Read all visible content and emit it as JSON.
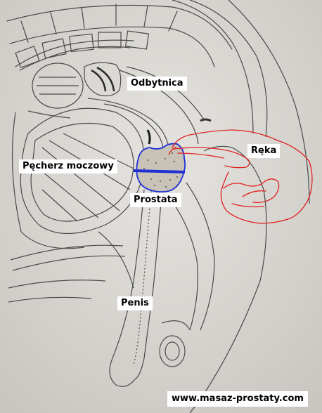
{
  "labels": {
    "rectum": "Odbytnica",
    "bladder": "Pęcherz moczowy",
    "prostate": "Prostata",
    "hand": "Ręka",
    "penis": "Penis"
  },
  "watermark": "www.masaz-prostaty.com",
  "colors": {
    "paper": "#dcdad6",
    "pencil": "#4a4a4a",
    "prostate_outline": "#1f2fd6",
    "hand_outline": "#e02020",
    "label_background": "#ffffff"
  }
}
